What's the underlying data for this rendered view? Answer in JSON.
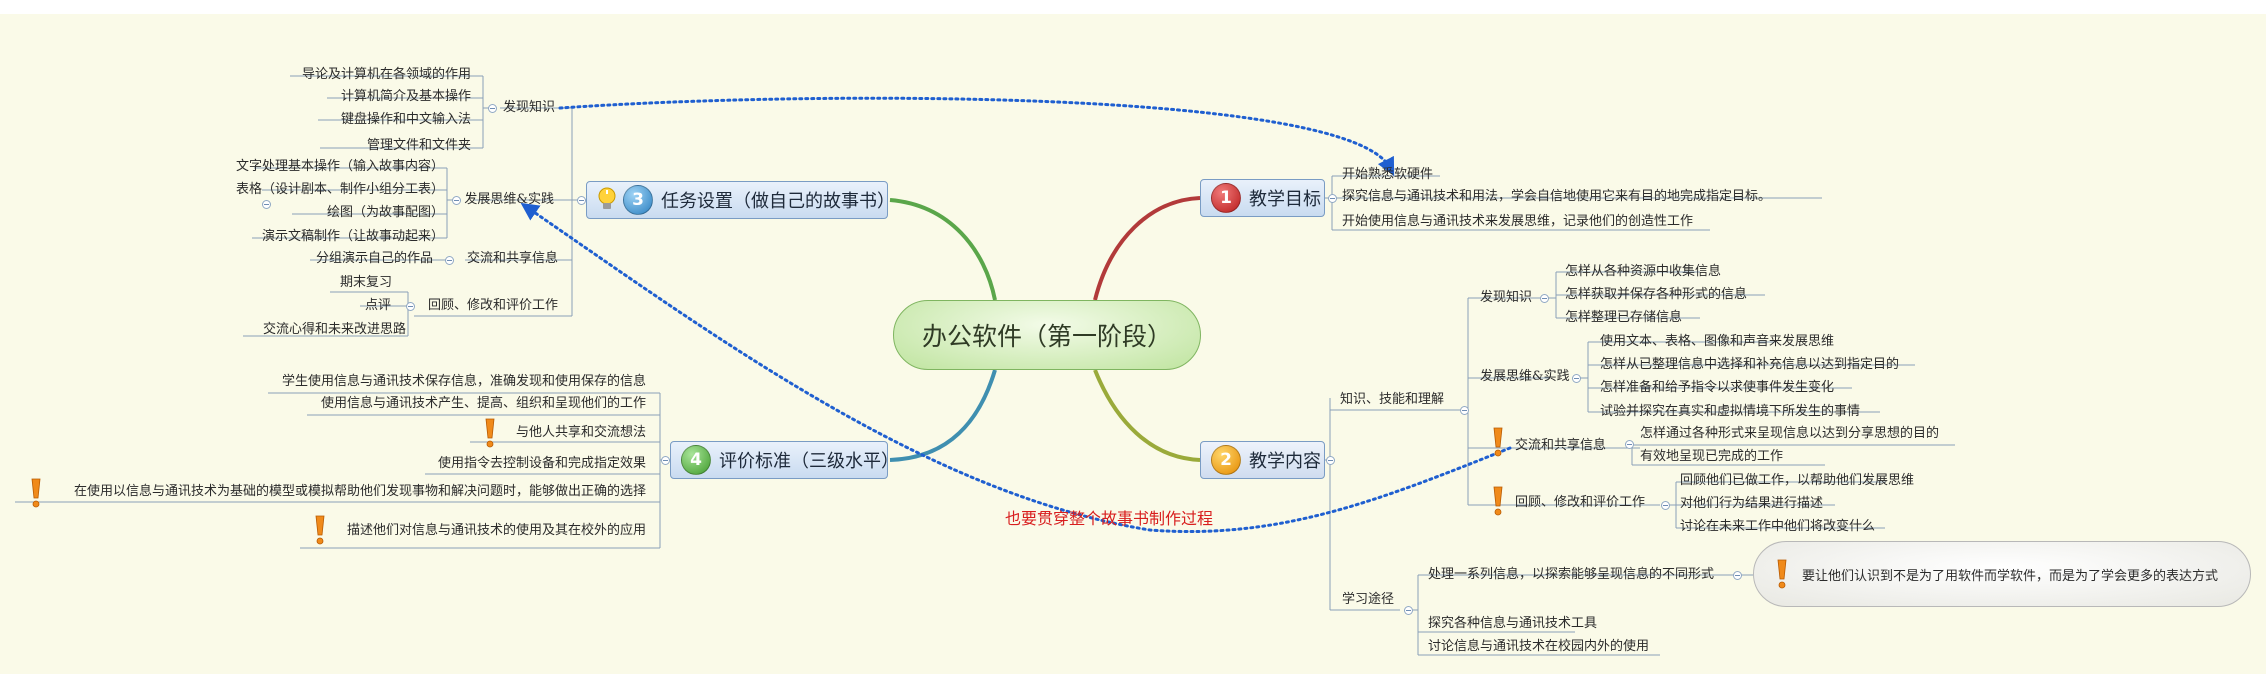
{
  "center": {
    "title": "办公软件（第一阶段）"
  },
  "topics": {
    "goal": {
      "number": "1",
      "label": "教学目标"
    },
    "content": {
      "number": "2",
      "label": "教学内容"
    },
    "task": {
      "number": "3",
      "label": "任务设置（做自己的故事书）"
    },
    "eval": {
      "number": "4",
      "label": "评价标准（三级水平）"
    }
  },
  "goal_items": [
    "开始熟悉软硬件",
    "探究信息与通讯技术和用法，学会自信地使用它来有目的地完成指定目标。",
    "开始使用信息与通讯技术来发展思维，记录他们的创造性工作"
  ],
  "content": {
    "knowledge": {
      "label": "知识、技能和理解",
      "discover": {
        "label": "发现知识",
        "items": [
          "怎样从各种资源中收集信息",
          "怎样获取并保存各种形式的信息",
          "怎样整理已存储信息"
        ]
      },
      "develop": {
        "label": "发展思维&实践",
        "items": [
          "使用文本、表格、图像和声音来发展思维",
          "怎样从已整理信息中选择和补充信息以达到指定目的",
          "怎样准备和给予指令以求使事件发生变化",
          "试验并探究在真实和虚拟情境下所发生的事情"
        ]
      },
      "share": {
        "label": "交流和共享信息",
        "items": [
          "怎样通过各种形式来呈现信息以达到分享思想的目的",
          "有效地呈现已完成的工作"
        ]
      },
      "review": {
        "label": "回顾、修改和评价工作",
        "items": [
          "回顾他们已做工作，以帮助他们发展思维",
          "对他们行为结果进行描述",
          "讨论在未来工作中他们将改变什么"
        ]
      }
    },
    "path": {
      "label": "学习途径",
      "items": [
        "处理一系列信息，以探索能够呈现信息的不同形式",
        "探究各种信息与通讯技术工具",
        "讨论信息与通讯技术在校园内外的使用"
      ],
      "callout": "要让他们认识到不是为了用软件而学软件，而是为了学会更多的表达方式"
    }
  },
  "task": {
    "discover": {
      "label": "发现知识",
      "items": [
        "导论及计算机在各领域的作用",
        "计算机简介及基本操作",
        "键盘操作和中文输入法",
        "管理文件和文件夹"
      ]
    },
    "develop": {
      "label": "发展思维&实践",
      "items": [
        "文字处理基本操作（输入故事内容）",
        "表格（设计剧本、制作小组分工表）",
        "绘图（为故事配图）",
        "演示文稿制作（让故事动起来）"
      ]
    },
    "share": {
      "label": "交流和共享信息",
      "items": [
        "分组演示自己的作品"
      ]
    },
    "review": {
      "label": "回顾、修改和评价工作",
      "items": [
        "期末复习",
        "点评",
        "交流心得和未来改进思路"
      ]
    }
  },
  "eval_items": [
    "学生使用信息与通讯技术保存信息，准确发现和使用保存的信息",
    "使用信息与通讯技术产生、提高、组织和呈现他们的工作",
    "与他人共享和交流想法",
    "使用指令去控制设备和完成指定效果",
    "在使用以信息与通讯技术为基础的模型或模拟帮助他们发现事物和解决问题时，能够做出正确的选择",
    "描述他们对信息与通讯技术的使用及其在校外的应用"
  ],
  "annotation": "也要贯穿整个故事书制作过程",
  "colors": {
    "background": "#fafae8",
    "goal_branch": "#b23a3a",
    "content_branch": "#9aaa3a",
    "task_branch": "#5aa64a",
    "eval_branch": "#3f8fb0",
    "relationship": "#1f5fd0",
    "annotation": "#d81e1e",
    "topic_fill": "#c9dbf0",
    "center_fill": "#bfe49f"
  }
}
